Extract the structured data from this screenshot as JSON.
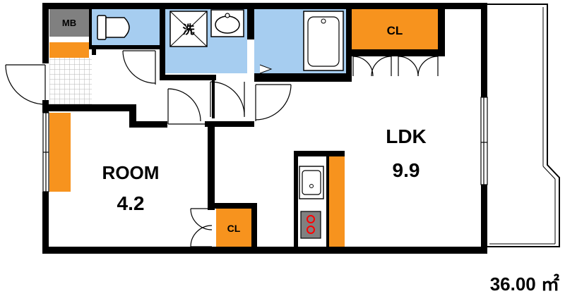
{
  "floorplan": {
    "rooms": {
      "mb": "MB",
      "washer": "洗",
      "closet_top": "CL",
      "closet_small": "CL",
      "room_name": "ROOM",
      "room_size": "4.2",
      "ldk_name": "LDK",
      "ldk_size": "9.9"
    },
    "area": "36.00 ㎡"
  },
  "colors": {
    "wall": "#000000",
    "wet_area": "#a6cdf0",
    "storage": "#f7931e",
    "mb_box": "#808080",
    "floor": "#ffffff",
    "stove_ring": "#ff0000"
  }
}
